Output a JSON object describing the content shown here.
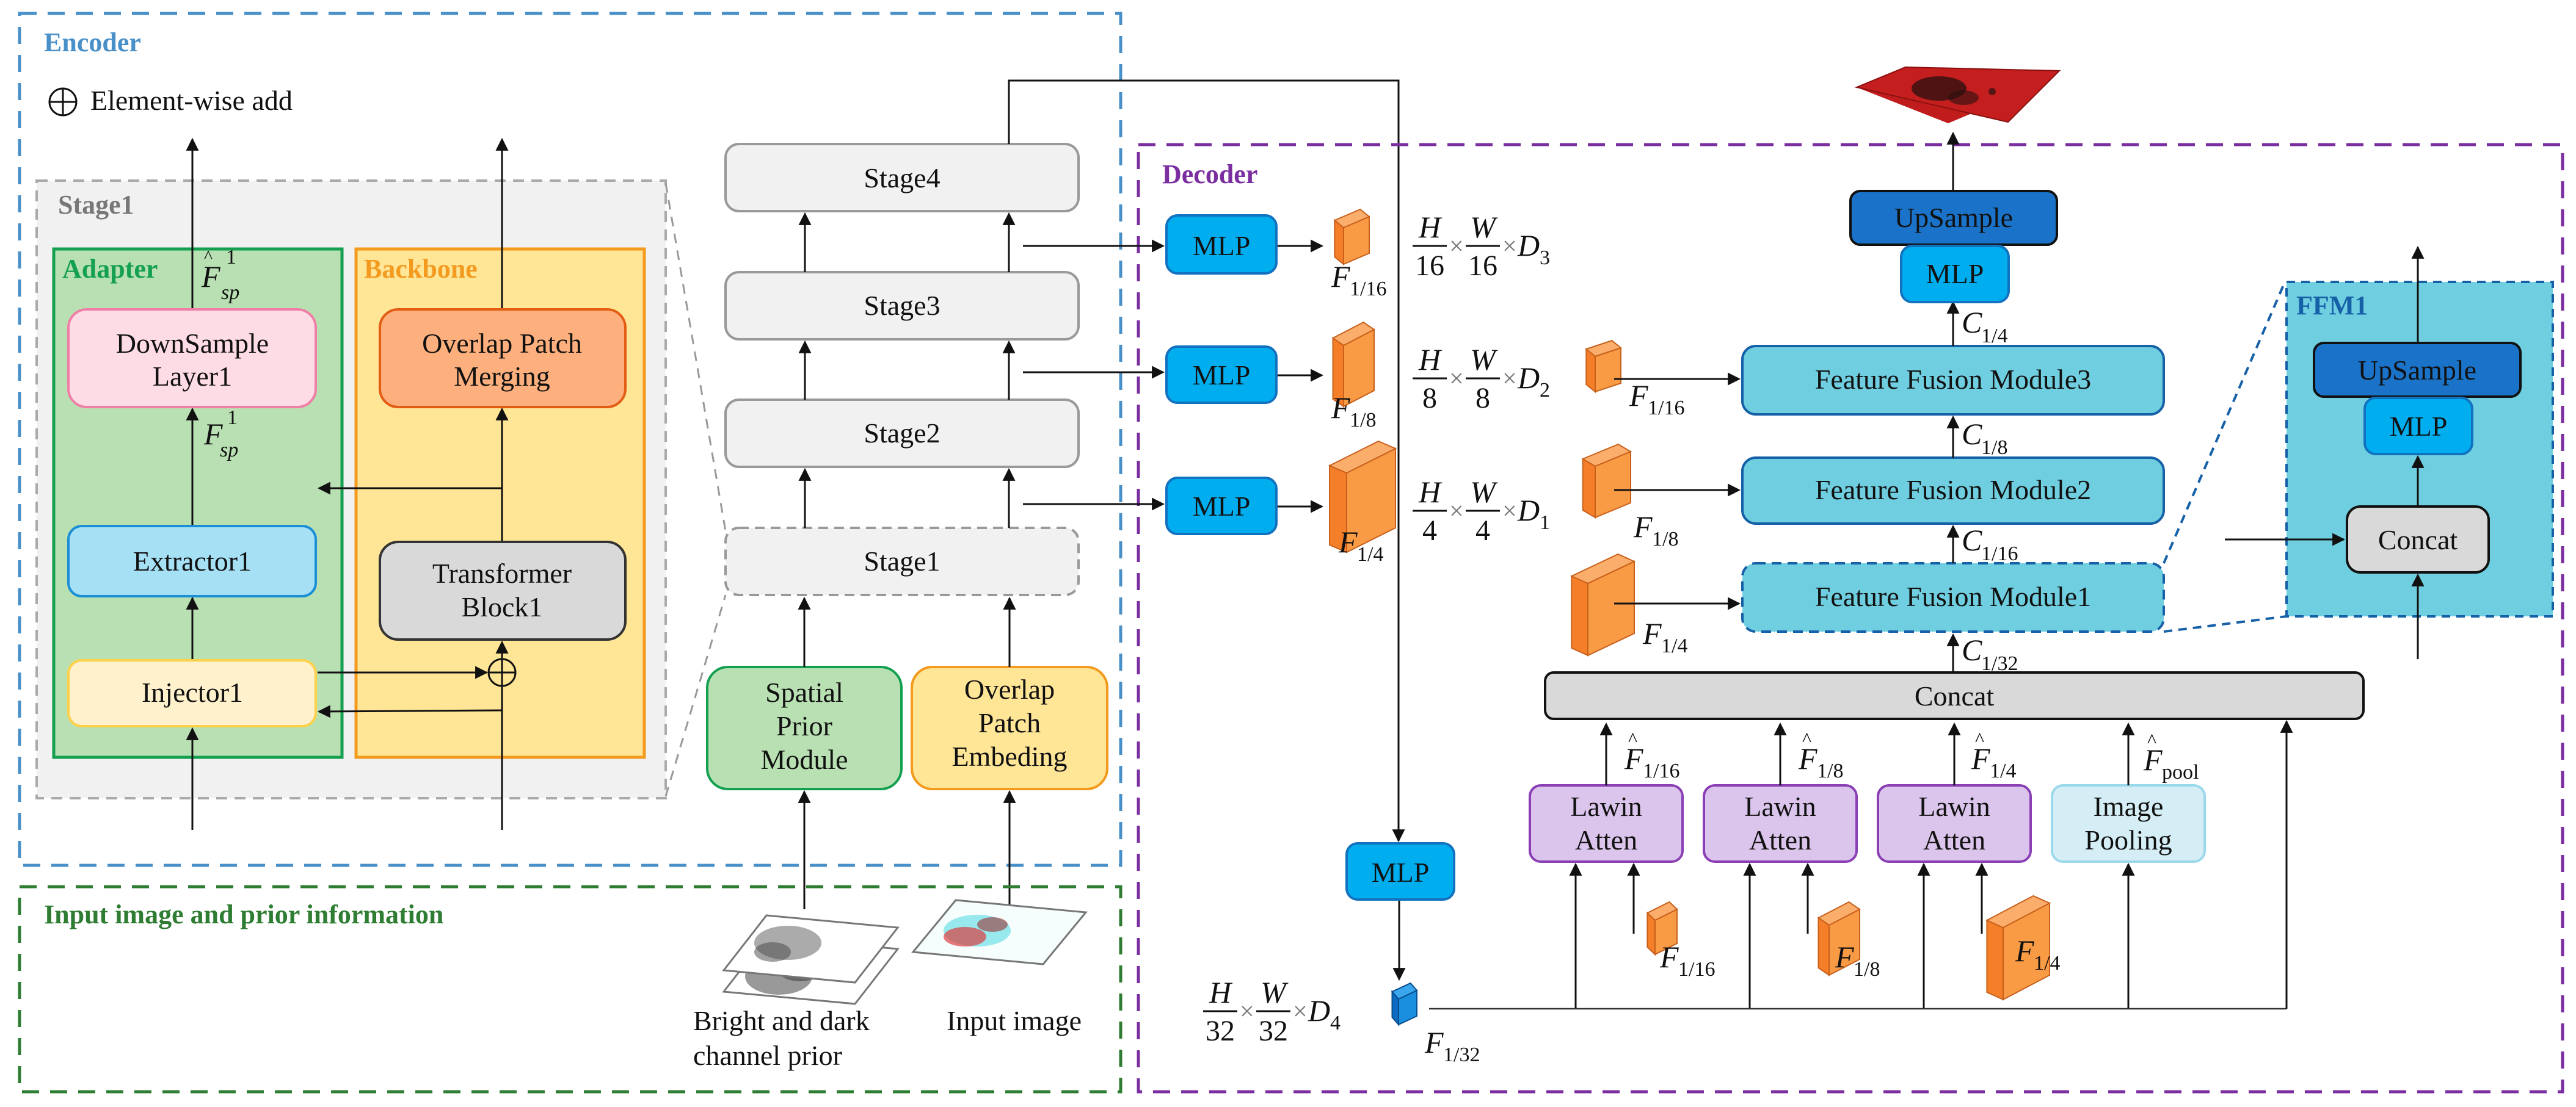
{
  "legend": {
    "add_symbol": "⊕",
    "add_label": "Element-wise add"
  },
  "encoder": {
    "title": "Encoder",
    "stage1_detail": {
      "title": "Stage1",
      "adapter": {
        "title": "Adapter",
        "downsample": [
          "DownSample",
          "Layer1"
        ],
        "extractor": "Extractor1",
        "injector": "Injector1",
        "f_hat_sp": {
          "base": "F",
          "sup": "1",
          "sub": "sp"
        },
        "f_sp": {
          "base": "F",
          "sup": "1",
          "sub": "sp"
        }
      },
      "backbone": {
        "title": "Backbone",
        "merging": [
          "Overlap Patch",
          "Merging"
        ],
        "transformer": [
          "Transformer",
          "Block1"
        ]
      }
    },
    "stages": [
      "Stage1",
      "Stage2",
      "Stage3",
      "Stage4"
    ],
    "spatial_prior": [
      "Spatial",
      "Prior",
      "Module"
    ],
    "patch_embed": [
      "Overlap",
      "Patch",
      "Embeding"
    ]
  },
  "input": {
    "title": "Input image and prior information",
    "prior_caption": [
      "Bright and dark",
      "channel prior"
    ],
    "image_caption": "Input image"
  },
  "decoder": {
    "title": "Decoder",
    "mlp": "MLP",
    "dims": [
      {
        "num_h": "16",
        "num_w": "16",
        "d": "3"
      },
      {
        "num_h": "8",
        "num_w": "8",
        "d": "2"
      },
      {
        "num_h": "4",
        "num_w": "4",
        "d": "1"
      },
      {
        "num_h": "32",
        "num_w": "32",
        "d": "4"
      }
    ],
    "feat_labels": {
      "f16": "1/16",
      "f8": "1/8",
      "f4": "1/4",
      "f32": "1/32"
    },
    "ffm": [
      "Feature Fusion Module3",
      "Feature Fusion Module2",
      "Feature Fusion Module1"
    ],
    "c_labels": [
      "1/4",
      "1/8",
      "1/16",
      "1/32"
    ],
    "upsample": "UpSample",
    "concat": "Concat",
    "lawin": [
      "Lawin",
      "Atten"
    ],
    "pooling": [
      "Image",
      "Pooling"
    ],
    "hat_labels": [
      "1/16",
      "1/8",
      "1/4",
      "pool"
    ],
    "ffm1_zoom": {
      "title": "FFM1",
      "upsample": "UpSample",
      "mlp": "MLP",
      "concat": "Concat"
    }
  },
  "colors": {
    "encoder_border": "#4a90c8",
    "input_border": "#2e7d32",
    "decoder_border": "#7b2ea0",
    "adapter_fill": "#b9e0b2",
    "backbone_fill": "#ffe596",
    "mlp_fill": "#00aeef",
    "ffm_fill": "#6fcedf",
    "upsample_fill": "#1a73c8",
    "lawin_fill": "#dcc5ec",
    "cube": "#f7903a"
  }
}
